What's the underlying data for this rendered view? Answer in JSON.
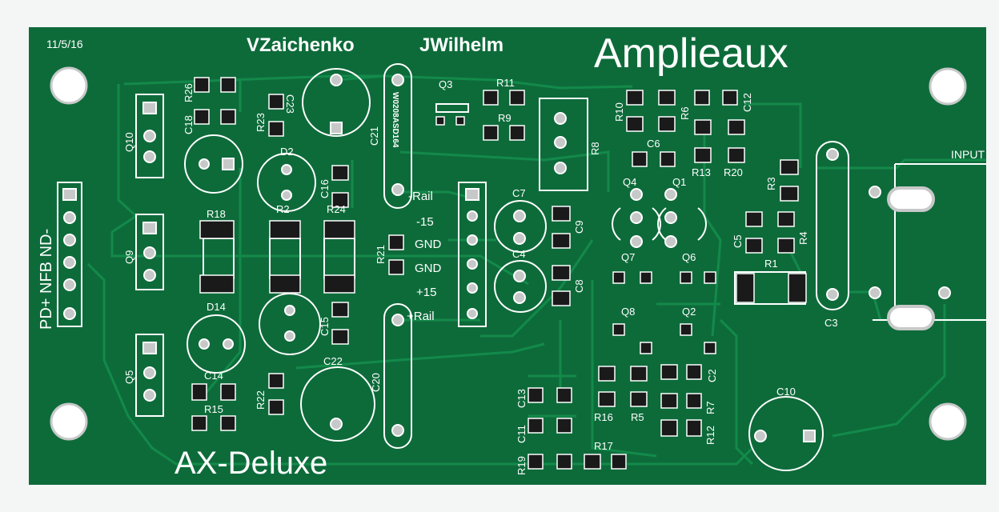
{
  "board": {
    "date": "11/5/16",
    "authors": [
      "VZaichenko",
      "JWilhelm"
    ],
    "brand": "Amplieaux",
    "model": "AX-Deluxe",
    "chip_code": "W0208ASD164",
    "left_header": "PD+ NFB ND-",
    "input_label": "INPUT",
    "rail_neg": "-Rail",
    "rail_pos": "+Rail",
    "supply_labels": [
      "-15",
      "GND",
      "GND",
      "+15"
    ],
    "colors": {
      "pcb": "#0d6b3a",
      "trace": "#138a4a",
      "silk": "#ffffff",
      "pad": "#c7c9c9",
      "smd": "#1a1a1a"
    }
  },
  "labels": {
    "r26": "R26",
    "c18": "C18",
    "q10": "Q10",
    "r23": "R23",
    "c23": "C23",
    "c21": "C21",
    "d2": "D2",
    "c16": "C16",
    "q3": "Q3",
    "r11": "R11",
    "r9": "R9",
    "r8": "R8",
    "r10": "R10",
    "r6": "R6",
    "c12": "C12",
    "c6": "C6",
    "r13": "R13",
    "r20": "R20",
    "q4": "Q4",
    "q1": "Q1",
    "q7": "Q7",
    "q6": "Q6",
    "q8": "Q8",
    "q2": "Q2",
    "r18": "R18",
    "r2": "R2",
    "r24": "R24",
    "q9": "Q9",
    "r21": "R21",
    "c7": "C7",
    "c9": "C9",
    "c4": "C4",
    "c8": "C8",
    "d14": "D14",
    "c14": "C14",
    "r15": "R15",
    "q5": "Q5",
    "c15": "C15",
    "c22": "C22",
    "c20": "C20",
    "r22": "R22",
    "c13": "C13",
    "c11": "C11",
    "r19": "R19",
    "r17": "R17",
    "r16": "R16",
    "r5": "R5",
    "r7": "R7",
    "r12": "R12",
    "c2": "C2",
    "r3": "R3",
    "r4": "R4",
    "c5": "C5",
    "r1": "R1",
    "c3": "C3",
    "c10": "C10"
  }
}
